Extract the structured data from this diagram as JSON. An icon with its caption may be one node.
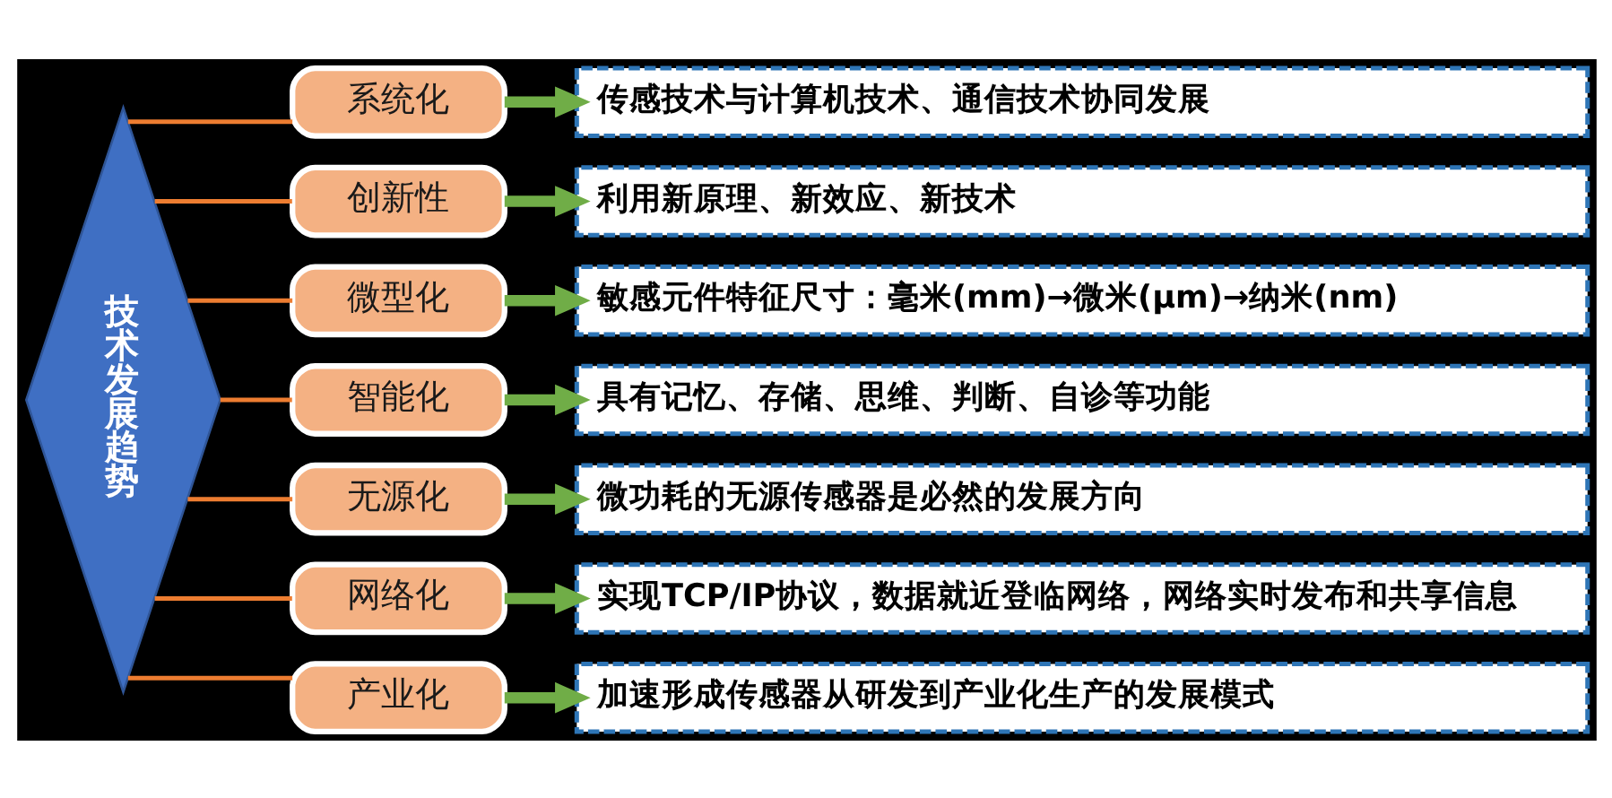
{
  "diagram": {
    "nodes": [
      {
        "text": [
          "技术发展趋势"
        ]
      },
      {
        "text": [
          "系统化"
        ]
      },
      {
        "text": [
          "传感技术与计算机技术、通信技术协同发展"
        ]
      },
      {
        "text": [
          "创新性"
        ]
      },
      {
        "text": [
          "利用新原理、新效应、新技术"
        ]
      },
      {
        "text": [
          "微型化"
        ]
      },
      {
        "text": [
          "敏感元件特征尺寸：毫米(mm)→微米(μm)→纳米(nm)"
        ]
      },
      {
        "text": [
          "智能化"
        ]
      },
      {
        "text": [
          "具有记忆、存储、思维、判断、自诊等功能"
        ]
      },
      {
        "text": [
          "无源化"
        ]
      },
      {
        "text": [
          "微功耗的无源传感器是必然的发展方向"
        ]
      },
      {
        "text": [
          "网络化"
        ]
      },
      {
        "text": [
          "实现TCP/IP协议，数据就近登临网络，网络实时发布和共享信息"
        ]
      },
      {
        "text": [
          "产业化"
        ]
      },
      {
        "text": [
          "加速形成传感器从研发到产业化生产的发展模式"
        ]
      }
    ],
    "edges": [
      {
        "from": 0,
        "to": 1,
        "arrow": "none",
        "color": "#ed7d31"
      },
      {
        "from": 0,
        "to": 3,
        "arrow": "none",
        "color": "#ed7d31"
      },
      {
        "from": 0,
        "to": 5,
        "arrow": "none",
        "color": "#ed7d31"
      },
      {
        "from": 0,
        "to": 7,
        "arrow": "none",
        "color": "#ed7d31"
      },
      {
        "from": 0,
        "to": 9,
        "arrow": "none",
        "color": "#ed7d31"
      },
      {
        "from": 0,
        "to": 11,
        "arrow": "none",
        "color": "#ed7d31"
      },
      {
        "from": 0,
        "to": 13,
        "arrow": "none",
        "color": "#ed7d31"
      },
      {
        "from": 1,
        "to": 2,
        "arrow": "to",
        "style": "thick",
        "color": "#70ad47"
      },
      {
        "from": 3,
        "to": 4,
        "arrow": "to",
        "style": "thick",
        "color": "#70ad47"
      },
      {
        "from": 5,
        "to": 6,
        "arrow": "to",
        "style": "thick",
        "color": "#70ad47"
      },
      {
        "from": 7,
        "to": 8,
        "arrow": "to",
        "style": "thick",
        "color": "#70ad47"
      },
      {
        "from": 9,
        "to": 10,
        "arrow": "to",
        "style": "thick",
        "color": "#70ad47"
      },
      {
        "from": 11,
        "to": 12,
        "arrow": "to",
        "style": "thick",
        "color": "#70ad47"
      },
      {
        "from": 13,
        "to": 14,
        "arrow": "to",
        "style": "thick",
        "color": "#70ad47"
      }
    ]
  }
}
